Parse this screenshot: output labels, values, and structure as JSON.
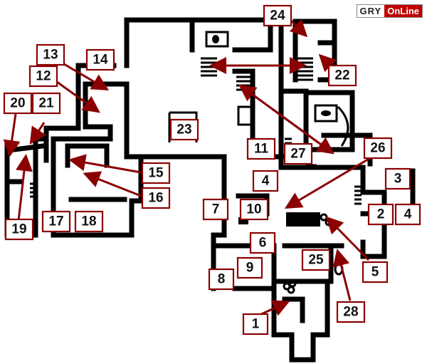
{
  "logo": {
    "part1": "GRY",
    "part2": "OnLine"
  },
  "labels": {
    "l1": "1",
    "l2": "2",
    "l3": "3",
    "l4a": "4",
    "l4b": "4",
    "l5": "5",
    "l6": "6",
    "l7": "7",
    "l8": "8",
    "l9": "9",
    "l10": "10",
    "l11": "11",
    "l12": "12",
    "l13": "13",
    "l14": "14",
    "l15": "15",
    "l16": "16",
    "l17": "17",
    "l18": "18",
    "l19": "19",
    "l20": "20",
    "l21": "21",
    "l22": "22",
    "l23": "23",
    "l24": "24",
    "l25": "25",
    "l26": "26",
    "l27": "27",
    "l28": "28"
  },
  "colors": {
    "label_border": "#8b0000",
    "arrow": "#8b0000",
    "logo_red": "#c00000",
    "walls": "#000000"
  }
}
